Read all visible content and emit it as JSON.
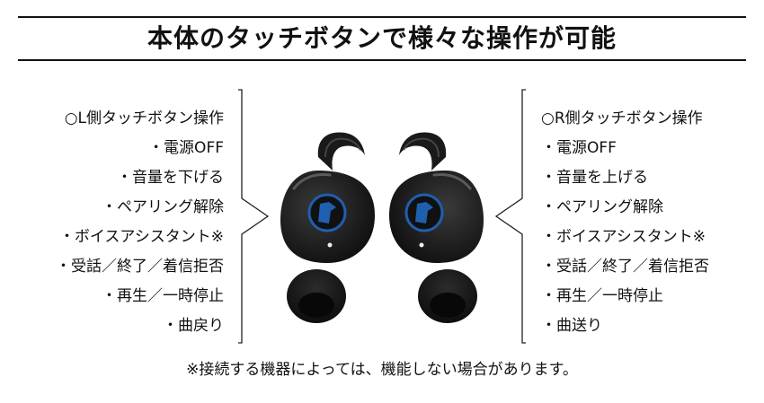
{
  "title": "本体のタッチボタンで様々な操作が可能",
  "left_panel": {
    "heading": "○L側タッチボタン操作",
    "items": [
      "・電源OFF",
      "・音量を下げる",
      "・ペアリング解除",
      "・ボイスアシスタント※",
      "・受話／終了／着信拒否",
      "・再生／一時停止",
      "・曲戻り"
    ]
  },
  "right_panel": {
    "heading": "○R側タッチボタン操作",
    "items": [
      "・電源OFF",
      "・音量を上げる",
      "・ペアリング解除",
      "・ボイスアシスタント※",
      "・受話／終了／着信拒否",
      "・再生／一時停止",
      "・曲送り"
    ]
  },
  "footnote": "※接続する機器によっては、機能しない場合があります。",
  "product_image": {
    "icon": "wireless-earbuds-pair",
    "logo_accent": "#1f5fb0",
    "body_color": "#1a1a1a"
  }
}
